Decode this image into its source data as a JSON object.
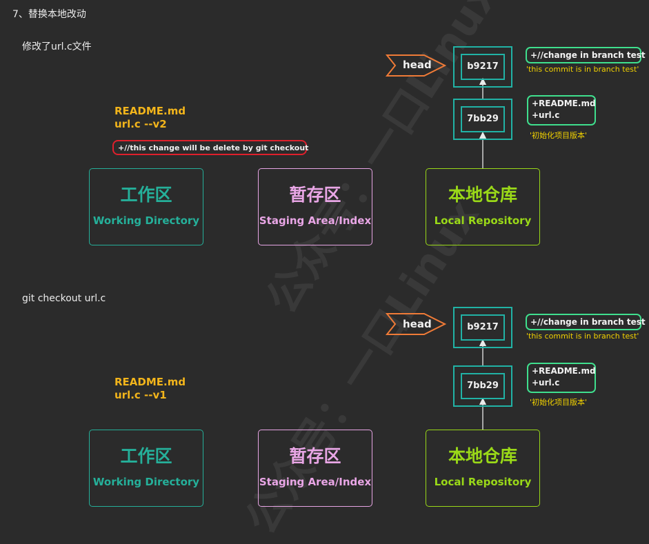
{
  "title": "7、替换本地改动",
  "watermark": "公众号：一口Linux",
  "areas": {
    "working": {
      "zh": "工作区",
      "en": "Working Directory"
    },
    "staging": {
      "zh": "暂存区",
      "en": "Staging Area/Index"
    },
    "local": {
      "zh": "本地仓库",
      "en": "Local Repository"
    }
  },
  "head_label": "head",
  "commits": {
    "top": "b9217",
    "bottom": "7bb29"
  },
  "notes": {
    "top_line1": "+//change in branch test",
    "top_sub": "'this commit is in branch test'",
    "bottom_line1": "+README.md",
    "bottom_line2": "+url.c",
    "bottom_sub": "'初始化项目版本'"
  },
  "section1": {
    "caption": "修改了url.c文件",
    "file1": "README.md",
    "file2": "url.c --v2",
    "red_note": "+//this change will be delete by git checkout"
  },
  "section2": {
    "caption": "git checkout url.c",
    "file1": "README.md",
    "file2": "url.c --v1"
  },
  "colors": {
    "background": "#2b2b2b",
    "working": "#25b09a",
    "staging": "#e9a6e6",
    "local": "#9ad918",
    "commit": "#21b3a6",
    "head": "#f07b37",
    "note": "#3fe08e",
    "file": "#f3b51b",
    "warning": "#e0202c"
  }
}
